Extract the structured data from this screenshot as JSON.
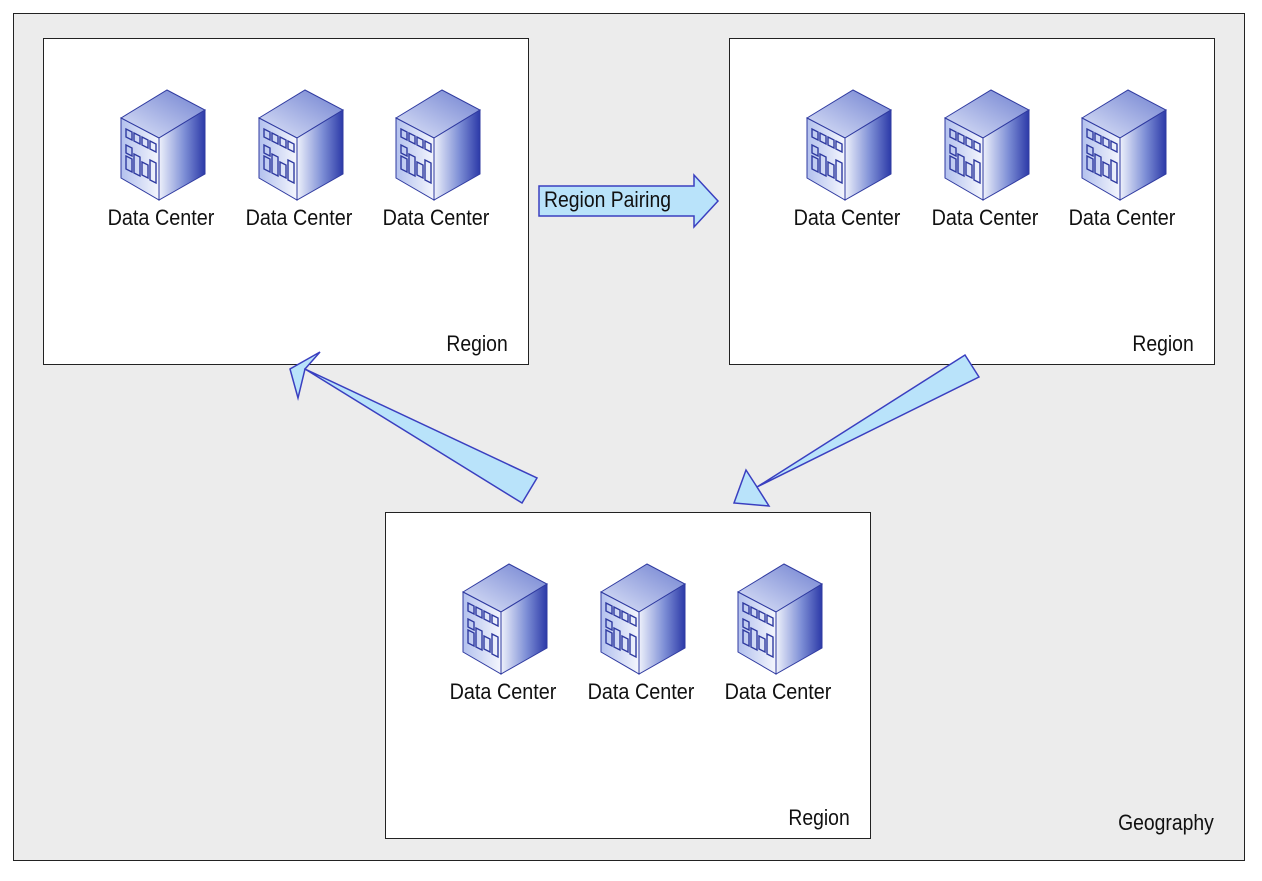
{
  "geography": {
    "label": "Geography"
  },
  "pairing": {
    "label": "Region Pairing"
  },
  "regions": [
    {
      "label": "Region",
      "data_centers": [
        "Data Center",
        "Data Center",
        "Data Center"
      ]
    },
    {
      "label": "Region",
      "data_centers": [
        "Data Center",
        "Data Center",
        "Data Center"
      ]
    },
    {
      "label": "Region",
      "data_centers": [
        "Data Center",
        "Data Center",
        "Data Center"
      ]
    }
  ],
  "colors": {
    "background": "#ececec",
    "arrow_fill": "#b9e3fa",
    "arrow_stroke": "#3a3fc0",
    "building_light": "#e6ecfa",
    "building_dark": "#2f3fae"
  },
  "icons": {
    "data_center": "data-center-building-icon"
  }
}
